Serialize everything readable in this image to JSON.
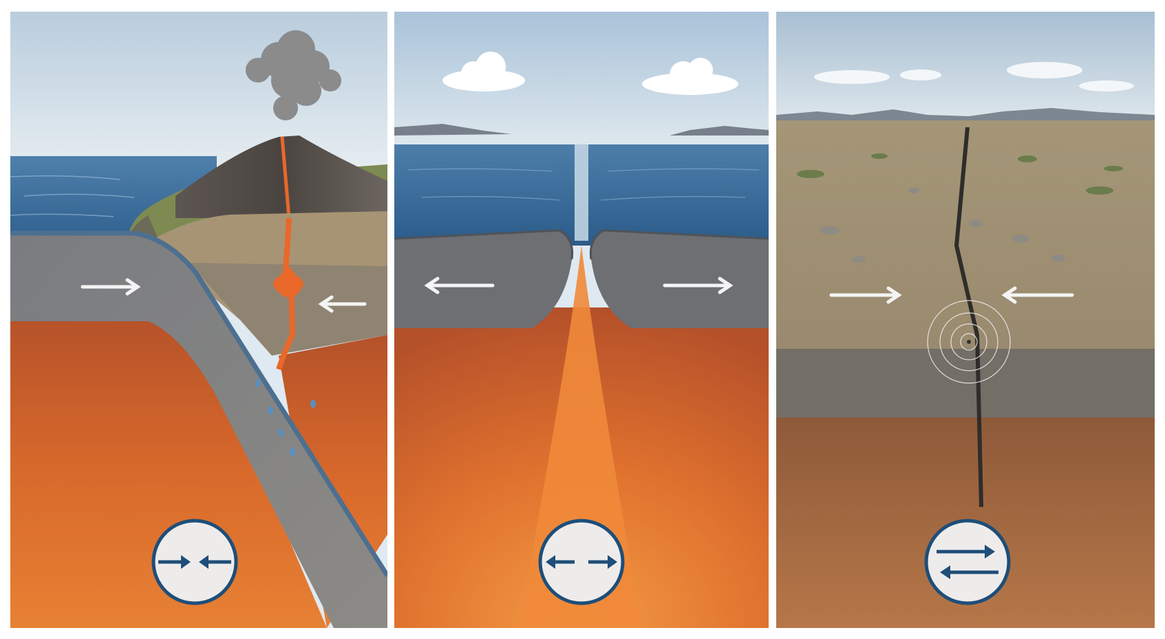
{
  "panels": [
    {
      "id": "convergent",
      "symbol": "converging-arrows-icon",
      "motion": "convergent"
    },
    {
      "id": "divergent",
      "symbol": "diverging-arrows-icon",
      "motion": "divergent"
    },
    {
      "id": "transform",
      "symbol": "opposing-arrows-icon",
      "motion": "transform"
    }
  ],
  "colors": {
    "sky_top": "#c3d4e3",
    "sky_bottom": "#e3ebf0",
    "ocean": "#3f6f9c",
    "crust": "#75777a",
    "mantle_top": "#c25a25",
    "mantle_bottom": "#e8873c",
    "magma": "#e9682a",
    "ground": "#a5957b",
    "arrow_blue": "#1e4e79",
    "badge_fill": "#eeeceb"
  }
}
